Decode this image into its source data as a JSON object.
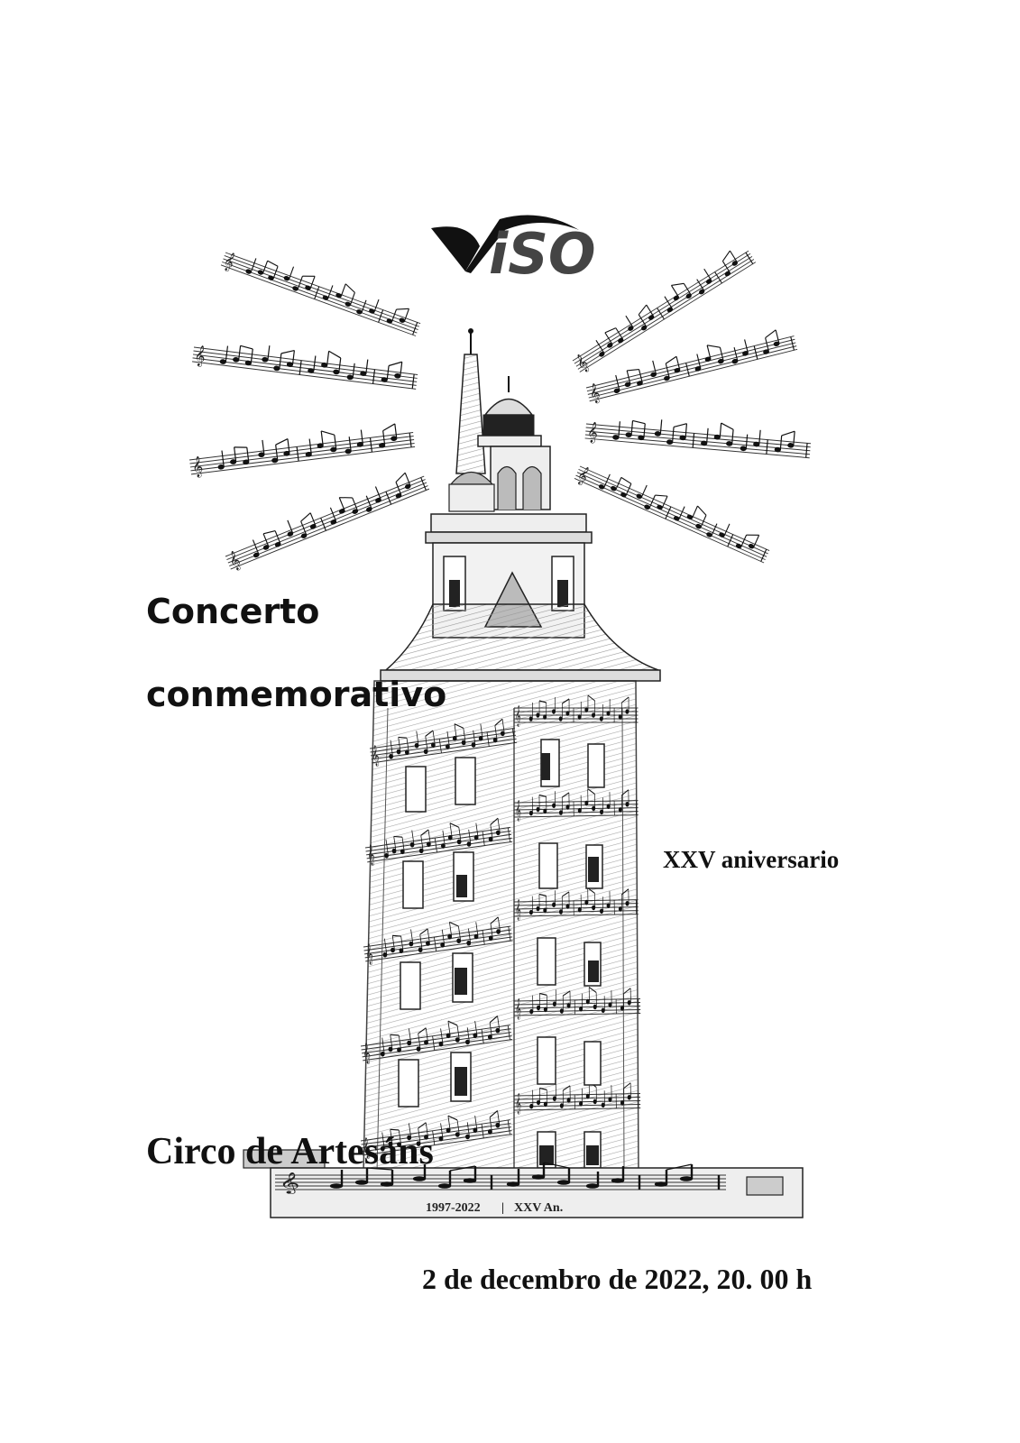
{
  "logo": {
    "text": "iSO",
    "initial": "V"
  },
  "title_line1": "Concerto",
  "title_line2": "conmemorativo",
  "anniversary": "XXV aniversario",
  "venue": "Circo de Artesáns",
  "date": "2 de decembro de 2022, 20. 00 h",
  "illustration": {
    "years_label": "1997-2022",
    "separator": "|",
    "anniv_label": "XXV An."
  }
}
